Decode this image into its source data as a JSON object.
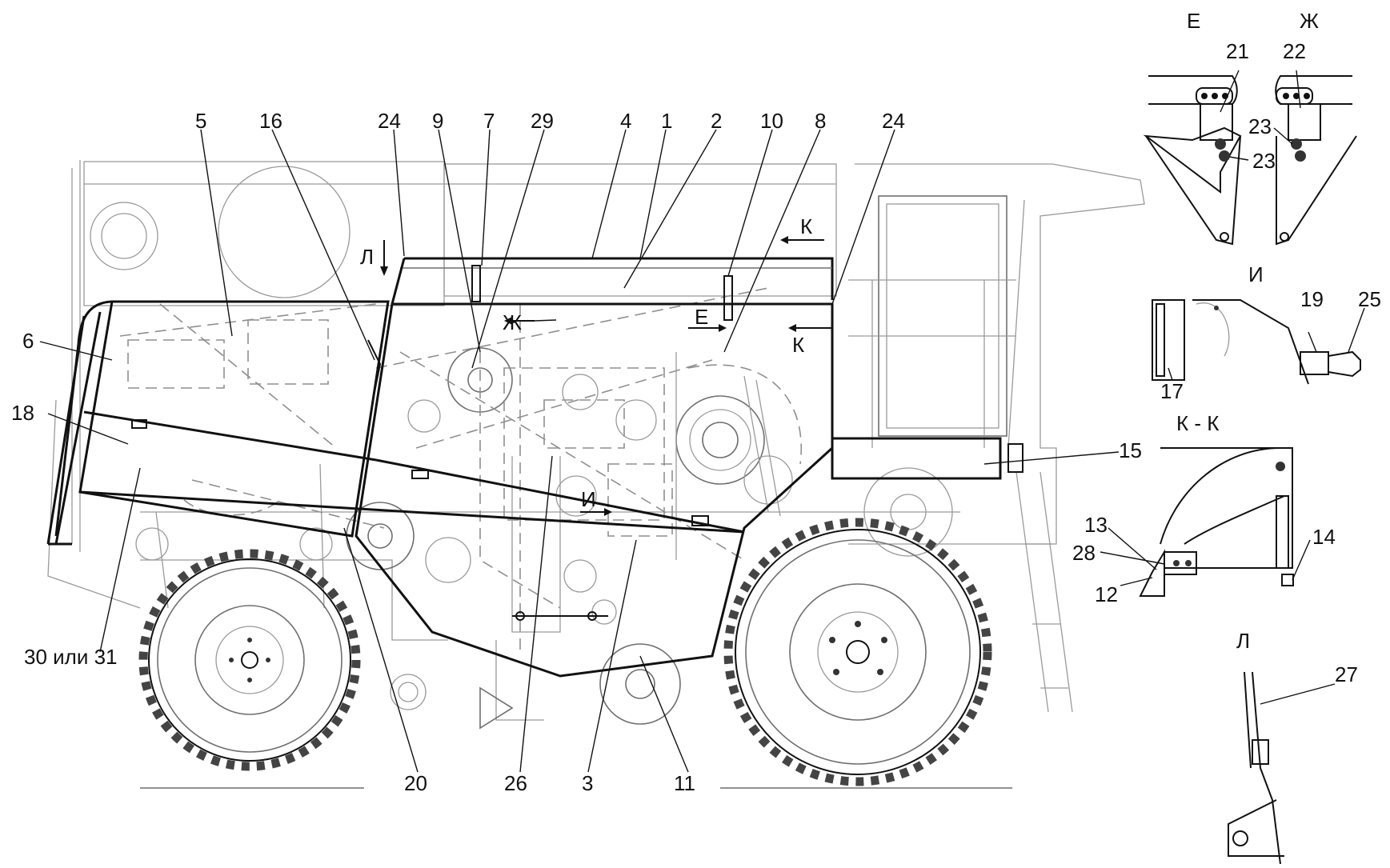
{
  "callouts": {
    "n1": "1",
    "n2": "2",
    "n3": "3",
    "n4": "4",
    "n5": "5",
    "n6": "6",
    "n7": "7",
    "n8": "8",
    "n9": "9",
    "n10": "10",
    "n11": "11",
    "n12": "12",
    "n13": "13",
    "n14": "14",
    "n15": "15",
    "n16": "16",
    "n17": "17",
    "n18": "18",
    "n19": "19",
    "n20": "20",
    "n21": "21",
    "n22": "22",
    "n23a": "23",
    "n23b": "23",
    "n24a": "24",
    "n24b": "24",
    "n25": "25",
    "n26": "26",
    "n27": "27",
    "n28": "28",
    "n29": "29",
    "n30": "30 или 31"
  },
  "views": {
    "e_title": "Е",
    "zh_title": "Ж",
    "i_title": "И",
    "kk_title": "К - К",
    "l_title": "Л"
  },
  "section_marks": {
    "k_top": "К",
    "k_side": "К",
    "l_mark": "Л",
    "zh_mark": "Ж",
    "e_mark": "Е",
    "i_mark": "И"
  }
}
